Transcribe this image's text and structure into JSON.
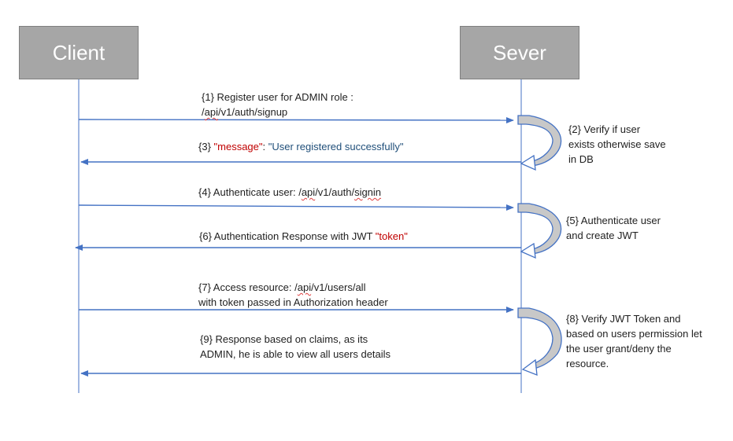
{
  "actors": {
    "client": "Client",
    "server": "Sever"
  },
  "messages": {
    "m1": {
      "line1_pre": "{1} Register user for ADMIN role :",
      "line2_pre": "/",
      "line2_squig": "api",
      "line2_post": "/v1/auth/signup"
    },
    "m2": {
      "line1": "{2} Verify if user",
      "line2": "exists otherwise save",
      "line3": "in DB"
    },
    "m3": {
      "pre": "{3} ",
      "key": "\"message\"",
      "sep": ": ",
      "value": "\"User registered successfully\""
    },
    "m4": {
      "pre": "{4} Authenticate user: /",
      "squig1": "api",
      "mid": "/v1/auth/",
      "squig2": "signin"
    },
    "m5": {
      "line1": "{5} Authenticate user",
      "line2": "and create JWT"
    },
    "m6": {
      "pre": "{6} Authentication Response with JWT  ",
      "token": "\"token\""
    },
    "m7": {
      "line1_pre": "{7} Access resource: /",
      "line1_squig": "api",
      "line1_post": "/v1/users/all",
      "line2": "with token passed in Authorization header"
    },
    "m8": {
      "line1": "{8} Verify JWT Token and",
      "line2": "based on users permission let",
      "line3": "the user grant/deny the",
      "line4": "resource."
    },
    "m9": {
      "line1": "{9} Response based on claims, as its",
      "line2": "ADMIN, he is able to view all users details"
    }
  },
  "colors": {
    "arrow": "#4472c4",
    "lifeline": "#4472c4",
    "actor_fill": "#a6a6a6",
    "curve_fill": "#c8c8c8",
    "key_red": "#c00000",
    "value_blue": "#1f4e79"
  }
}
